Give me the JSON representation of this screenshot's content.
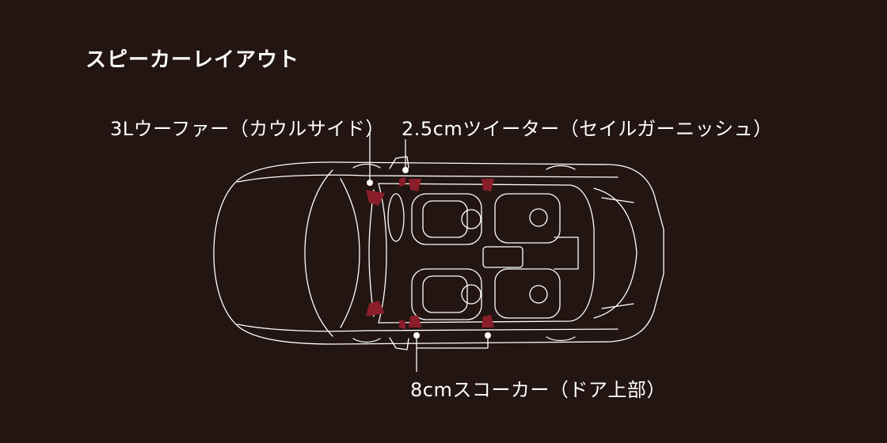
{
  "title": "スピーカーレイアウト",
  "labels": {
    "woofer": "3Lウーファー（カウルサイド）",
    "tweeter": "2.5cmツイーター（セイルガーニッシュ）",
    "squawker": "8cmスコーカー（ドア上部）"
  },
  "colors": {
    "background": "#221512",
    "line": "#ffffff",
    "speaker": "#8a1e2a"
  }
}
